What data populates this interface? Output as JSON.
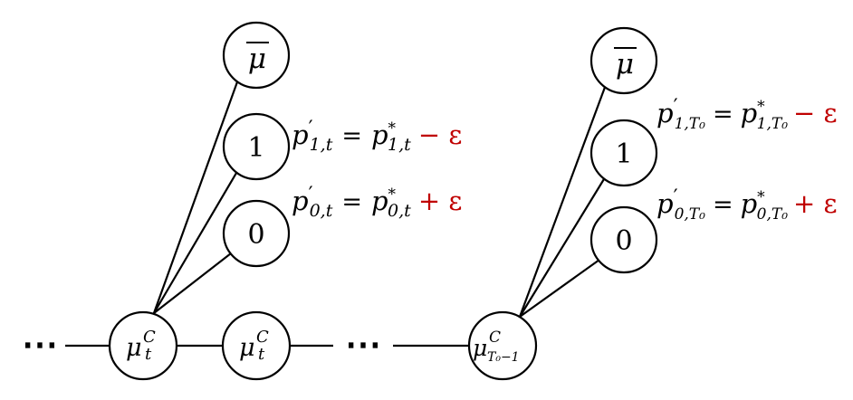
{
  "diagram": {
    "ellipsis": "⋯",
    "chains": [
      {
        "top_node": {
          "symbol": "μ"
        },
        "node_one": {
          "label": "1"
        },
        "node_zero": {
          "label": "0"
        },
        "eq_one": {
          "lhs_var": "p",
          "lhs_prime": "′",
          "lhs_sub": "1,t",
          "equals": "=",
          "rhs_var": "p",
          "rhs_sup": "*",
          "rhs_sub": "1,t",
          "op": "− ε"
        },
        "eq_zero": {
          "lhs_var": "p",
          "lhs_prime": "′",
          "lhs_sub": "0,t",
          "equals": "=",
          "rhs_var": "p",
          "rhs_sup": "*",
          "rhs_sub": "0,t",
          "op": "+ ε"
        }
      },
      {
        "top_node": {
          "symbol": "μ"
        },
        "node_one": {
          "label": "1"
        },
        "node_zero": {
          "label": "0"
        },
        "eq_one": {
          "lhs_var": "p",
          "lhs_prime": "′",
          "lhs_sub": "1,T₀",
          "equals": "=",
          "rhs_var": "p",
          "rhs_sup": "*",
          "rhs_sub": "1,T₀",
          "op": "− ε"
        },
        "eq_zero": {
          "lhs_var": "p",
          "lhs_prime": "′",
          "lhs_sub": "0,T₀",
          "equals": "=",
          "rhs_var": "p",
          "rhs_sup": "*",
          "rhs_sub": "0,T₀",
          "op": "+ ε"
        }
      }
    ],
    "bottom_nodes": [
      {
        "var": "μ",
        "sup": "C",
        "sub": "t"
      },
      {
        "var": "μ",
        "sup": "C",
        "sub": "t"
      },
      {
        "var": "μ",
        "sup": "C",
        "sub": "T₀−1"
      }
    ],
    "colors": {
      "line": "#000000",
      "accent": "#c00000"
    }
  }
}
